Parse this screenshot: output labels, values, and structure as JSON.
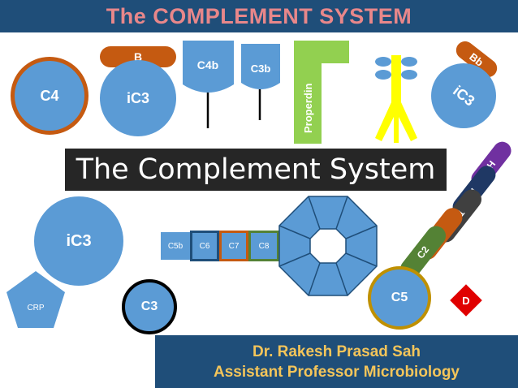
{
  "header": {
    "title": "The COMPLEMENT SYSTEM"
  },
  "banner": {
    "text": "The Complement System"
  },
  "author": {
    "name": "Dr. Rakesh Prasad Sah",
    "role": "Assistant Professor Microbiology"
  },
  "labels": {
    "c4": "C4",
    "b_top": "B",
    "ic3_top": "iC3",
    "c4b": "C4b",
    "c3b": "C3b",
    "properdin": "Properdin",
    "bb": "Bb",
    "ic3_right": "iC3",
    "h": "H",
    "i": "I",
    "c1": "C1",
    "b_mid": "B",
    "c2": "C2",
    "ic3_left": "iC3",
    "crp": "CRP",
    "c3": "C3",
    "c5b": "C5b",
    "c6": "C6",
    "c7": "C7",
    "c8": "C8",
    "c5": "C5",
    "d": "D"
  },
  "colors": {
    "blue": "#5b9bd5",
    "navy": "#1f4e79",
    "orange": "#c55a11",
    "green_bright": "#92d050",
    "yellow": "#ffff00",
    "purple": "#7030a0",
    "dark_navy": "#1f3864",
    "dark_gray": "#404040",
    "green_dark": "#548235",
    "gold": "#bf9000",
    "red": "#e00000"
  }
}
